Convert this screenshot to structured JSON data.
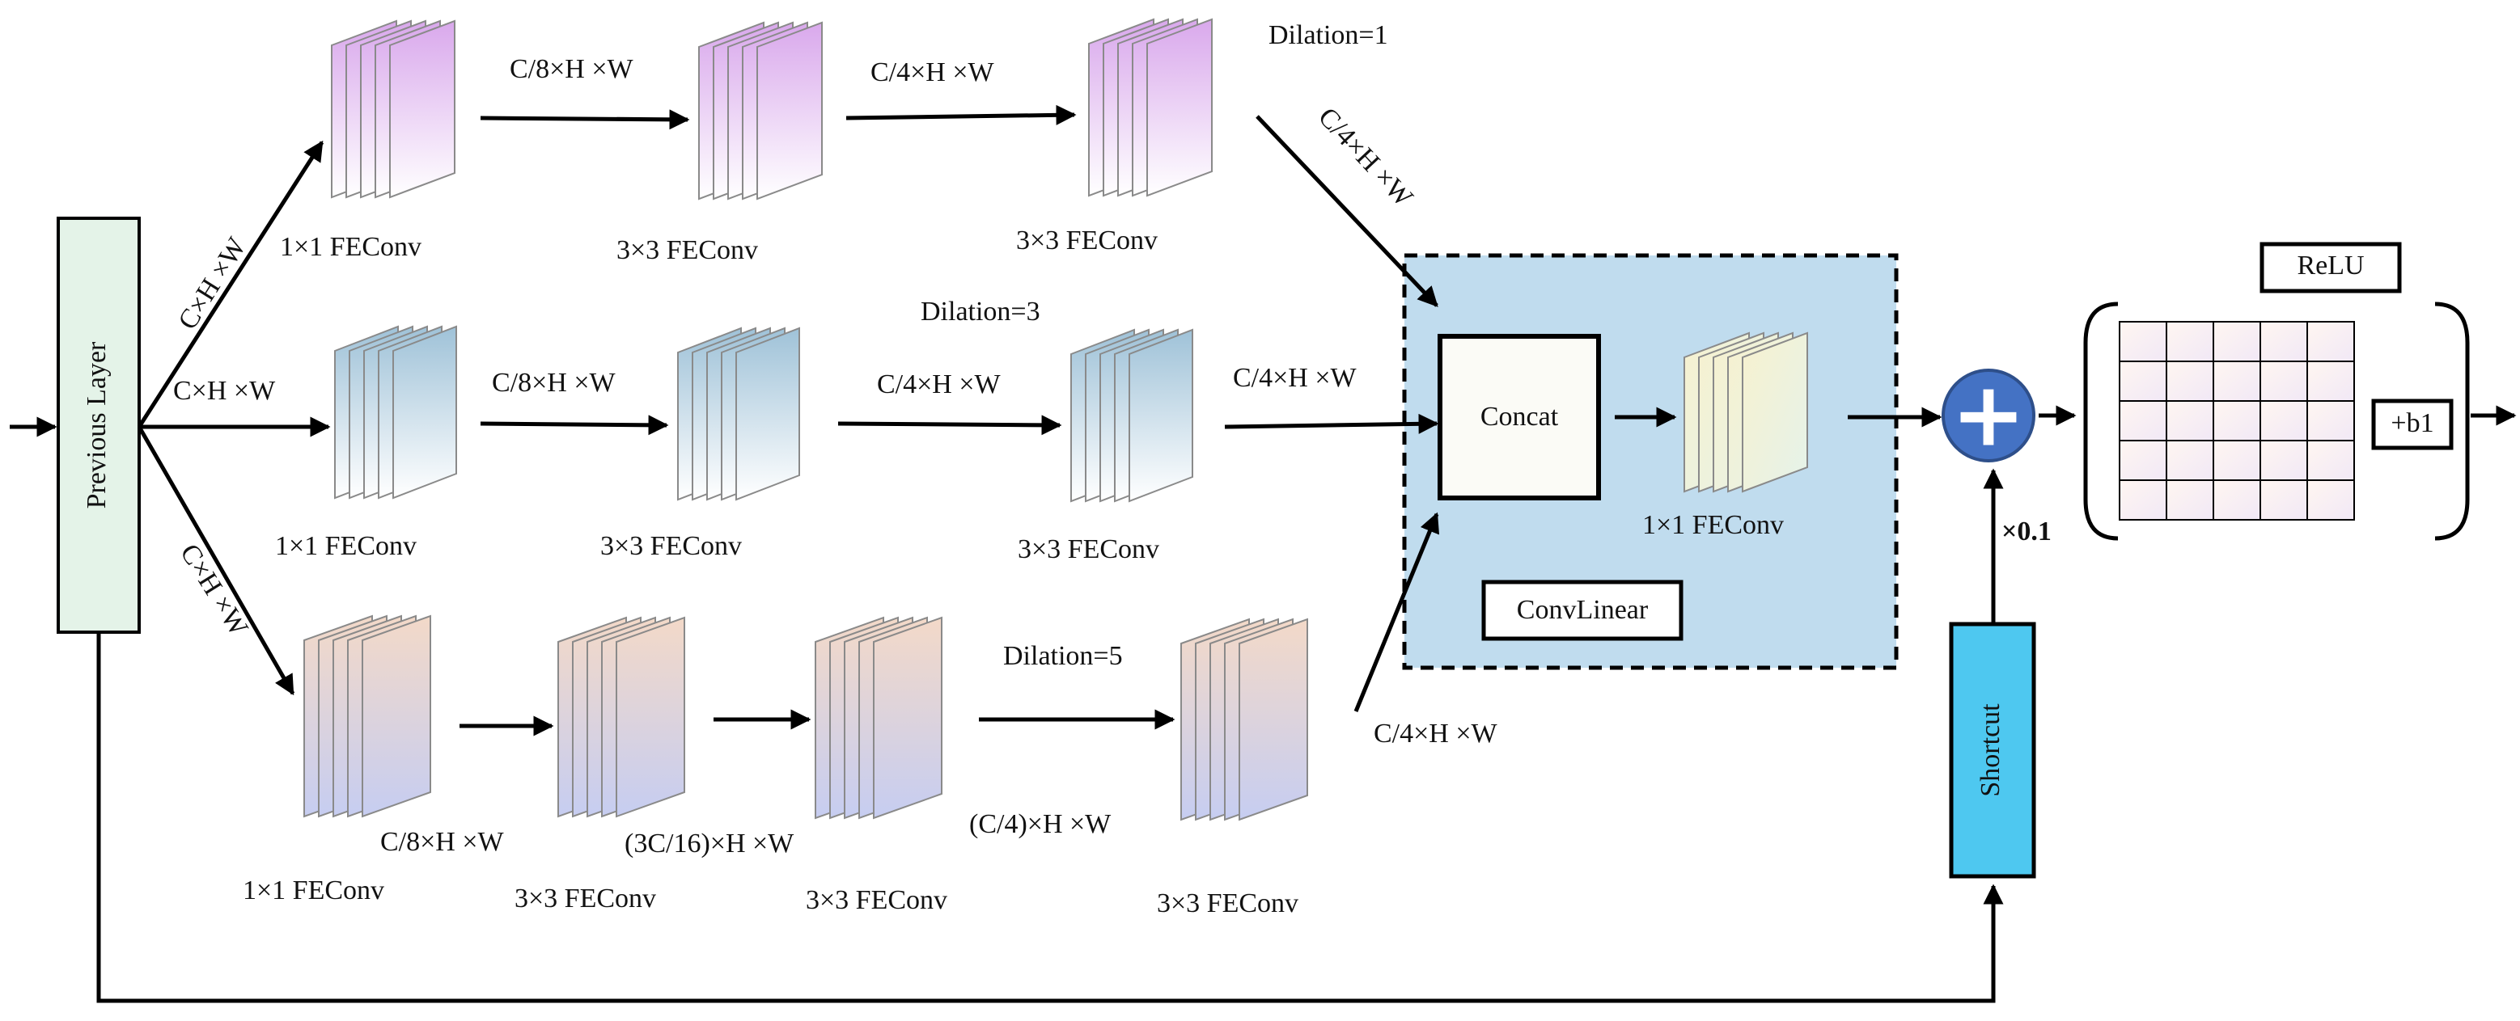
{
  "previous_layer": {
    "label": "Previous Layer"
  },
  "branch1": {
    "dilation": "Dilation=1",
    "ops": [
      "1×1  FEConv",
      "3×3  FEConv",
      "3×3  FEConv"
    ],
    "in_dim": "C×H ×W",
    "dims": [
      "C/8×H ×W",
      "C/4×H ×W"
    ],
    "out_dim": "C/4×H ×W"
  },
  "branch2": {
    "dilation": "Dilation=3",
    "ops": [
      "1×1  FEConv",
      "3×3  FEConv",
      "3×3  FEConv"
    ],
    "in_dim": "C×H ×W",
    "dims": [
      "C/8×H ×W",
      "C/4×H ×W"
    ],
    "out_dim": "C/4×H ×W"
  },
  "branch3": {
    "dilation": "Dilation=5",
    "ops": [
      "1×1  FEConv",
      "3×3  FEConv",
      "3×3  FEConv",
      "3×3  FEConv"
    ],
    "in_dim": "C×H ×W",
    "dims": [
      "C/8×H ×W",
      "(3C/16)×H ×W",
      "(C/4)×H ×W"
    ],
    "out_dim": "C/4×H ×W"
  },
  "convlinear": {
    "title": "ConvLinear",
    "concat": "Concat",
    "op": "1×1  FEConv"
  },
  "add_symbol": "+",
  "shortcut": {
    "label": "Shortcut",
    "scale": "×0.1"
  },
  "activation": {
    "relu": "ReLU",
    "bias": "+b1"
  },
  "colors": {
    "purple": "#d9a8ec",
    "blue": "#9fc2d8",
    "peach": "#f3d9c8",
    "lavender": "#c6cdf1",
    "cream": "#f7f1cf",
    "mint": "#e5f3ea",
    "convlinear_bg": "#c0dcee",
    "add_node": "#4472c4",
    "shortcut": "#4ec8f0",
    "prev_layer": "#e4f3e8"
  }
}
